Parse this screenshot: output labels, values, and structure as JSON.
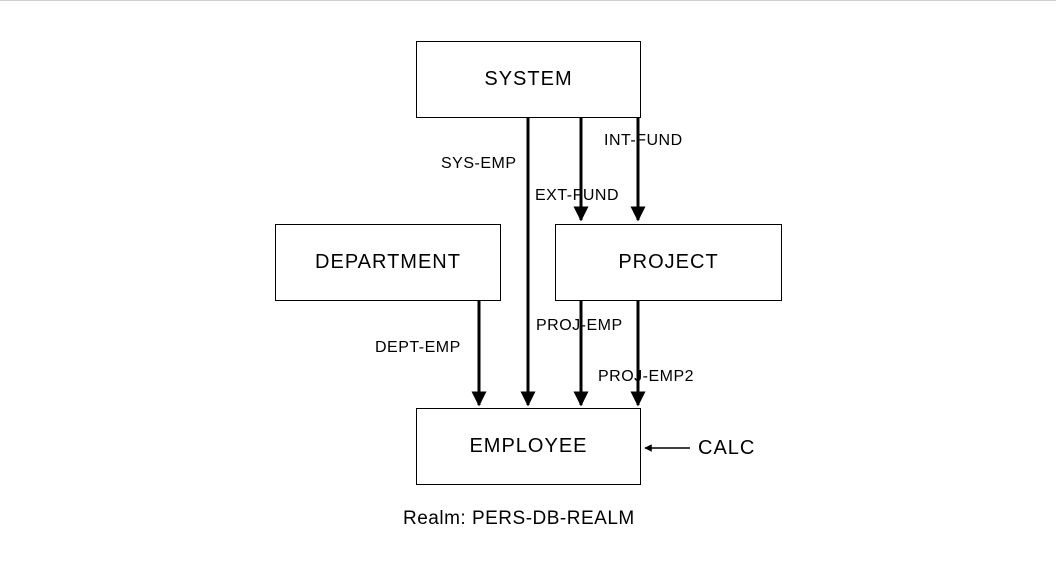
{
  "entities": {
    "system": "SYSTEM",
    "department": "DEPARTMENT",
    "project": "PROJECT",
    "employee": "EMPLOYEE"
  },
  "sets": {
    "sys_emp": "SYS-EMP",
    "ext_fund": "EXT-FUND",
    "int_fund": "INT-FUND",
    "dept_emp": "DEPT-EMP",
    "proj_emp": "PROJ-EMP",
    "proj_emp2": "PROJ-EMP2"
  },
  "location_mode": "CALC",
  "realm_caption": "Realm: PERS-DB-REALM"
}
